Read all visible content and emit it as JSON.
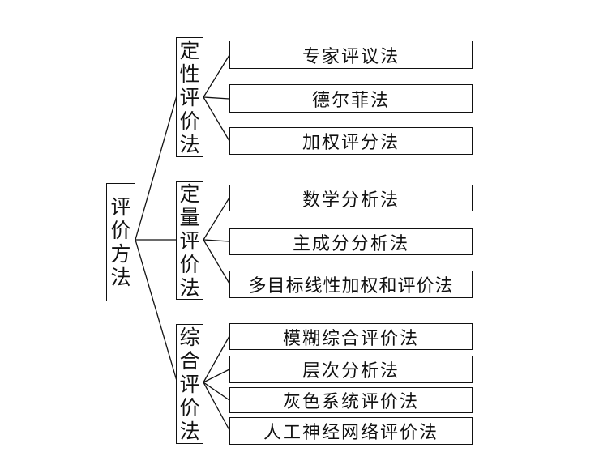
{
  "root": {
    "label": "评价方法"
  },
  "groups": [
    {
      "label": "定性评价法",
      "methods": [
        "专家评议法",
        "德尔菲法",
        "加权评分法"
      ]
    },
    {
      "label": "定量评价法",
      "methods": [
        "数学分析法",
        "主成分分析法",
        "多目标线性加权和评价法"
      ]
    },
    {
      "label": "综合评价法",
      "methods": [
        "模糊综合评价法",
        "层次分析法",
        "灰色系统评价法",
        "人工神经网络评价法"
      ]
    }
  ]
}
